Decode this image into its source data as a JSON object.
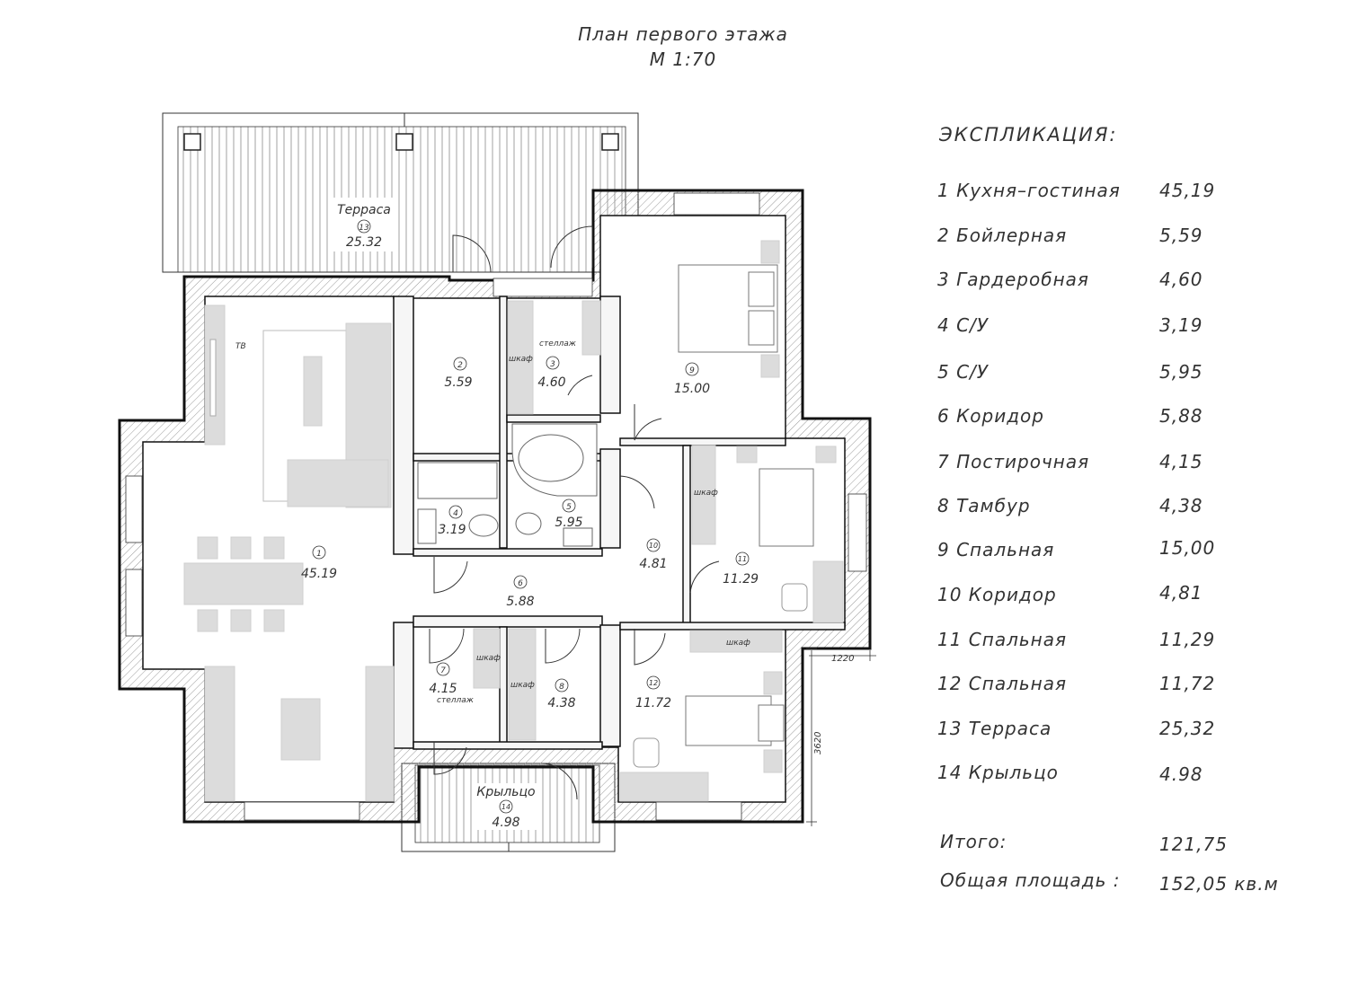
{
  "header": {
    "title": "План первого этажа",
    "scale": "М 1:70"
  },
  "explication": {
    "heading": "ЭКСПЛИКАЦИЯ:",
    "rows": [
      {
        "name": "1 Кухня–гостиная",
        "area": "45,19"
      },
      {
        "name": "2 Бойлерная",
        "area": "5,59"
      },
      {
        "name": "3 Гардеробная",
        "area": "4,60"
      },
      {
        "name": "4 С/У",
        "area": "3,19"
      },
      {
        "name": "5 С/У",
        "area": "5,95"
      },
      {
        "name": "6 Коридор",
        "area": "5,88"
      },
      {
        "name": "7 Постирочная",
        "area": "4,15"
      },
      {
        "name": "8 Тамбур",
        "area": "4,38"
      },
      {
        "name": "9 Спальная",
        "area": "15,00"
      },
      {
        "name": "10 Коридор",
        "area": "4,81"
      },
      {
        "name": "11 Спальная",
        "area": "11,29"
      },
      {
        "name": "12 Спальная",
        "area": "11,72"
      },
      {
        "name": "13 Терраса",
        "area": "25,32"
      },
      {
        "name": "14 Крыльцо",
        "area": "4.98"
      }
    ],
    "total_label": "Итого:",
    "total_value": "121,75",
    "general_label": "Общая площадь :",
    "general_value": "152,05 кв.м"
  },
  "rooms": {
    "r1": {
      "num": "1",
      "area": "45.19"
    },
    "r2": {
      "num": "2",
      "area": "5.59"
    },
    "r3": {
      "num": "3",
      "area": "4.60"
    },
    "r4": {
      "num": "4",
      "area": "3.19"
    },
    "r5": {
      "num": "5",
      "area": "5.95"
    },
    "r6": {
      "num": "6",
      "area": "5.88"
    },
    "r7": {
      "num": "7",
      "area": "4.15"
    },
    "r8": {
      "num": "8",
      "area": "4.38"
    },
    "r9": {
      "num": "9",
      "area": "15.00"
    },
    "r10": {
      "num": "10",
      "area": "4.81"
    },
    "r11": {
      "num": "11",
      "area": "11.29"
    },
    "r12": {
      "num": "12",
      "area": "11.72"
    },
    "r13": {
      "name": "Терраса",
      "num": "13",
      "area": "25.32"
    },
    "r14": {
      "name": "Крыльцо",
      "num": "14",
      "area": "4.98"
    }
  },
  "furniture_labels": {
    "tv": "ТВ",
    "shelf": "стеллаж",
    "wardrobe": "шкаф"
  },
  "dimensions": {
    "width": "1220",
    "height": "3620"
  },
  "colors": {
    "wall": "#111111",
    "hatch": "#9a9a9a",
    "furniture": "#dcdcdc",
    "line": "#333333"
  }
}
